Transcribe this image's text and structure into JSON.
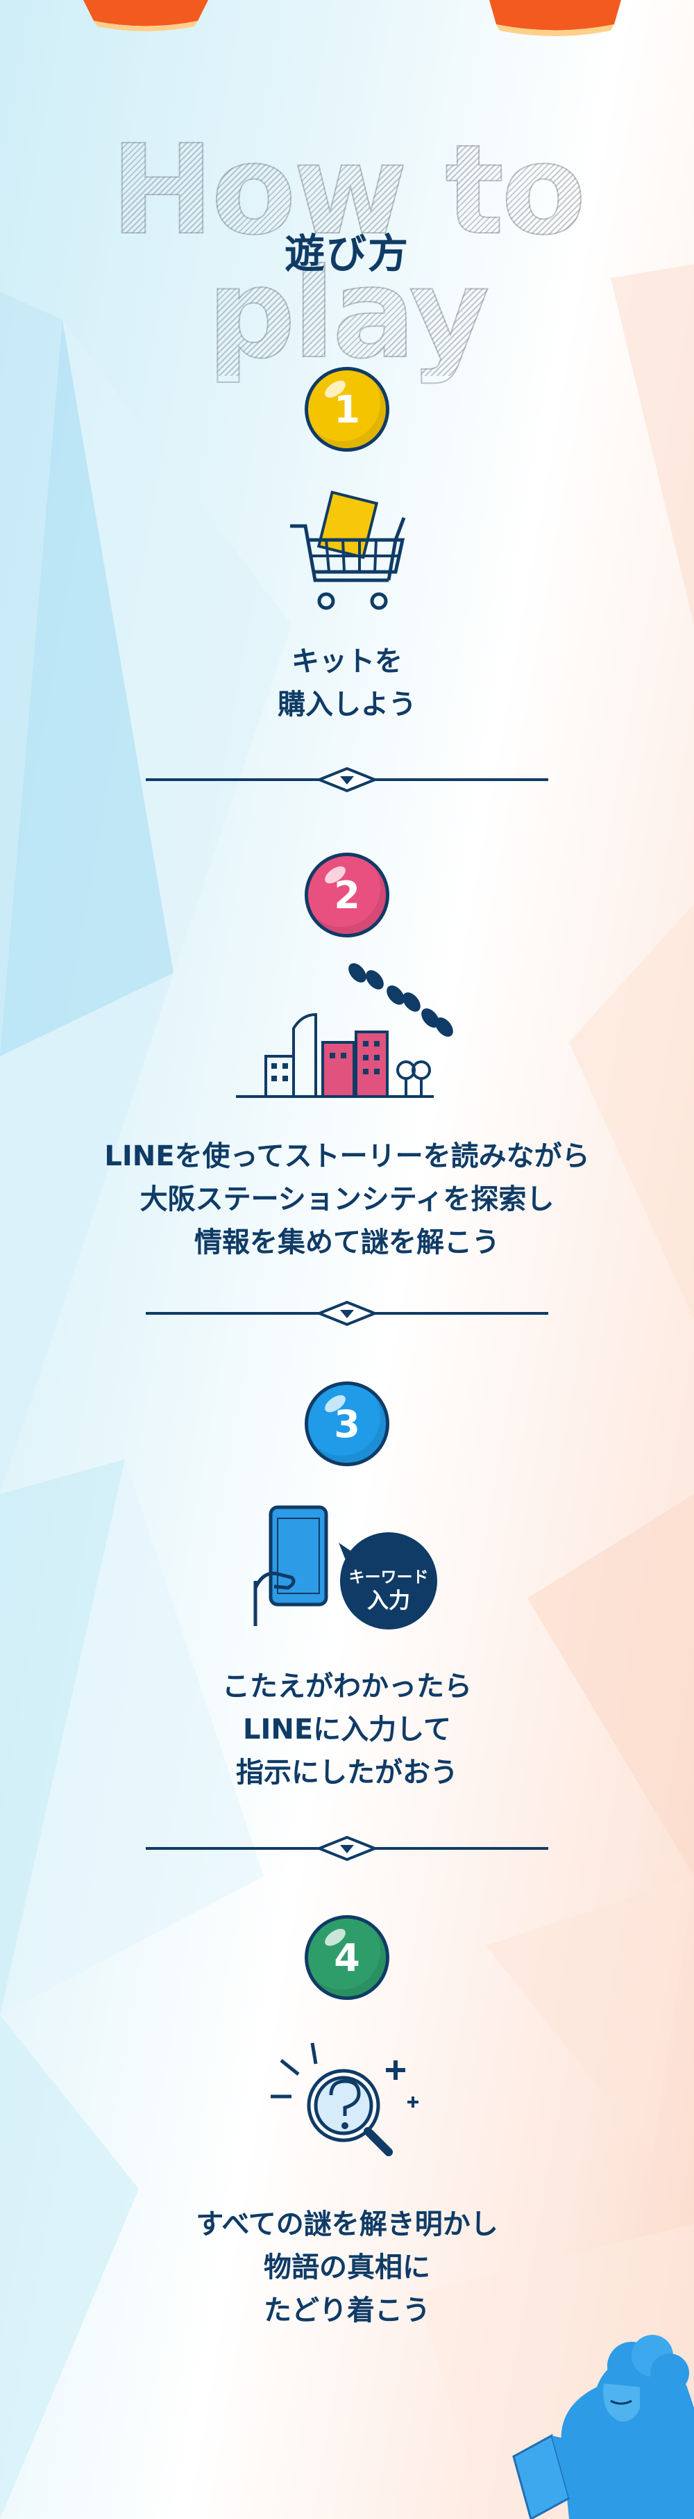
{
  "header": {
    "watermark": "How to play",
    "title": "遊び方"
  },
  "colors": {
    "navy": "#0f3b66",
    "step1": "#f5c400",
    "step2": "#e8507f",
    "step3": "#1f9be8",
    "step4": "#2f9d6a",
    "accent_yellow": "#f6c70a",
    "accent_pink": "#e0537e",
    "accent_blue": "#2d9be6"
  },
  "steps": [
    {
      "number": "1",
      "icon": "shopping-cart-icon",
      "lines": [
        "キットを",
        "購入しよう"
      ]
    },
    {
      "number": "2",
      "icon": "city-footprints-icon",
      "lines": [
        "LINEを使ってストーリーを読みながら",
        "大阪ステーションシティを探索し",
        "情報を集めて謎を解こう"
      ]
    },
    {
      "number": "3",
      "icon": "smartphone-keyword-icon",
      "bubble": [
        "キーワード",
        "入力"
      ],
      "lines": [
        "こたえがわかったら",
        "LINEに入力して",
        "指示にしたがおう"
      ]
    },
    {
      "number": "4",
      "icon": "magnifier-question-icon",
      "lines": [
        "すべての謎を解き明かし",
        "物語の真相に",
        "たどり着こう"
      ]
    }
  ]
}
